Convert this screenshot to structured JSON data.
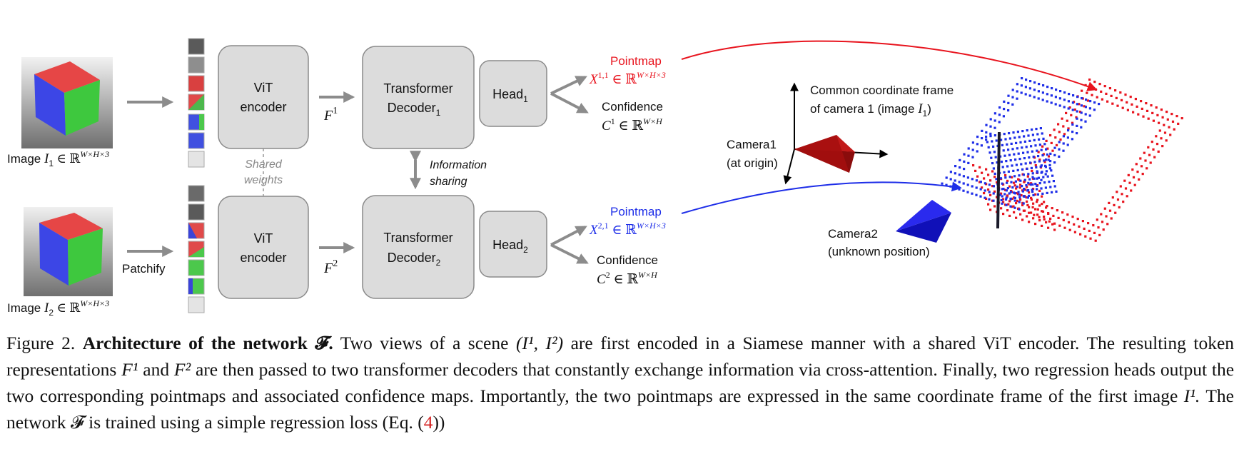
{
  "colors": {
    "box_fill": "#dcdcdc",
    "box_stroke": "#8a8a8a",
    "arrow_gray": "#8c8c8c",
    "pointmap1": "#e8141e",
    "pointmap2": "#1e2ee8",
    "camera1": "#a80f0f",
    "camera2": "#1616d8",
    "ref_red": "#d42020"
  },
  "inputs": {
    "image1_label": "Image",
    "image1_var": "I",
    "image1_sub": "1",
    "image1_space": "∈ ℝ",
    "image1_dims": "W×H×3",
    "image2_label": "Image",
    "image2_var": "I",
    "image2_sub": "2",
    "image2_space": "∈ ℝ",
    "image2_dims": "W×H×3",
    "patchify": "Patchify"
  },
  "encoder": {
    "line1": "ViT",
    "line2": "encoder",
    "shared1": "Shared",
    "shared2": "weights",
    "feat1_var": "F",
    "feat1_sup": "1",
    "feat2_var": "F",
    "feat2_sup": "2"
  },
  "decoder": {
    "line1": "Transformer",
    "line2_1": "Decoder",
    "sub1": "1",
    "line2_2": "Decoder",
    "sub2": "2",
    "info1": "Information",
    "info2": "sharing"
  },
  "heads": {
    "head_label": "Head",
    "sub1": "1",
    "sub2": "2"
  },
  "outputs": {
    "pointmap": "Pointmap",
    "x1_var": "X",
    "x1_sup": "1,1",
    "x2_var": "X",
    "x2_sup": "2,1",
    "space": "∈ ℝ",
    "dims_pm": "W×H×3",
    "confidence": "Confidence",
    "c1_var": "C",
    "c1_sup": "1",
    "c2_var": "C",
    "c2_sup": "2",
    "dims_conf": "W×H"
  },
  "scene": {
    "frame1": "Common coordinate frame",
    "frame2": "of camera 1 (image",
    "frame_var": "I",
    "frame_sub": "1",
    "frame_end": ")",
    "cam1_1": "Camera1",
    "cam1_2": "(at origin)",
    "cam2_1": "Camera2",
    "cam2_2": "(unknown position)"
  },
  "caption": {
    "fig": "Figure 2.",
    "bold": "Architecture of the network",
    "script_f": "𝓕",
    "s1": "Two views of a scene",
    "s2": "are first encoded in a Siamese manner with a shared ViT encoder.",
    "s3": "The resulting token representations",
    "and": "and",
    "s4": "are then passed to two transformer decoders that constantly exchange information via cross-attention. Finally, two regression heads output the two corresponding pointmaps and associated confidence maps. Importantly, the two pointmaps are expressed in the same coordinate frame of the first image",
    "s5": "The network",
    "s6": "is trained using a simple regression loss (Eq. (",
    "eqref": "4",
    "s7": "))",
    "i_pair": "(I¹, I²)",
    "f1": "F¹",
    "f2": "F²",
    "i1": "I¹."
  }
}
